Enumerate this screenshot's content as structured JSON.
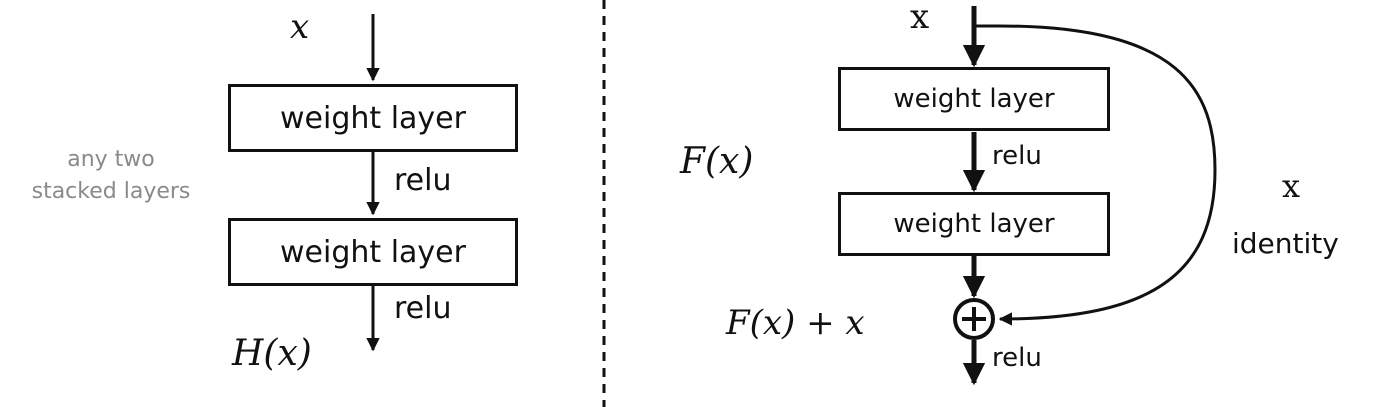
{
  "plain": {
    "input_label": "x",
    "layer1_label": "weight layer",
    "relu1_label": "relu",
    "layer2_label": "weight layer",
    "relu2_label": "relu",
    "output_label": "H(x)",
    "side_note_line1": "any two",
    "side_note_line2": "stacked layers"
  },
  "residual": {
    "input_label": "x",
    "layer1_label": "weight layer",
    "relu1_label": "relu",
    "layer2_label": "weight layer",
    "function_label": "F(x)",
    "sum_label": "F(x) + x",
    "relu_out_label": "relu",
    "shortcut_var_label": "x",
    "shortcut_label": "identity",
    "add_symbol": "+"
  }
}
